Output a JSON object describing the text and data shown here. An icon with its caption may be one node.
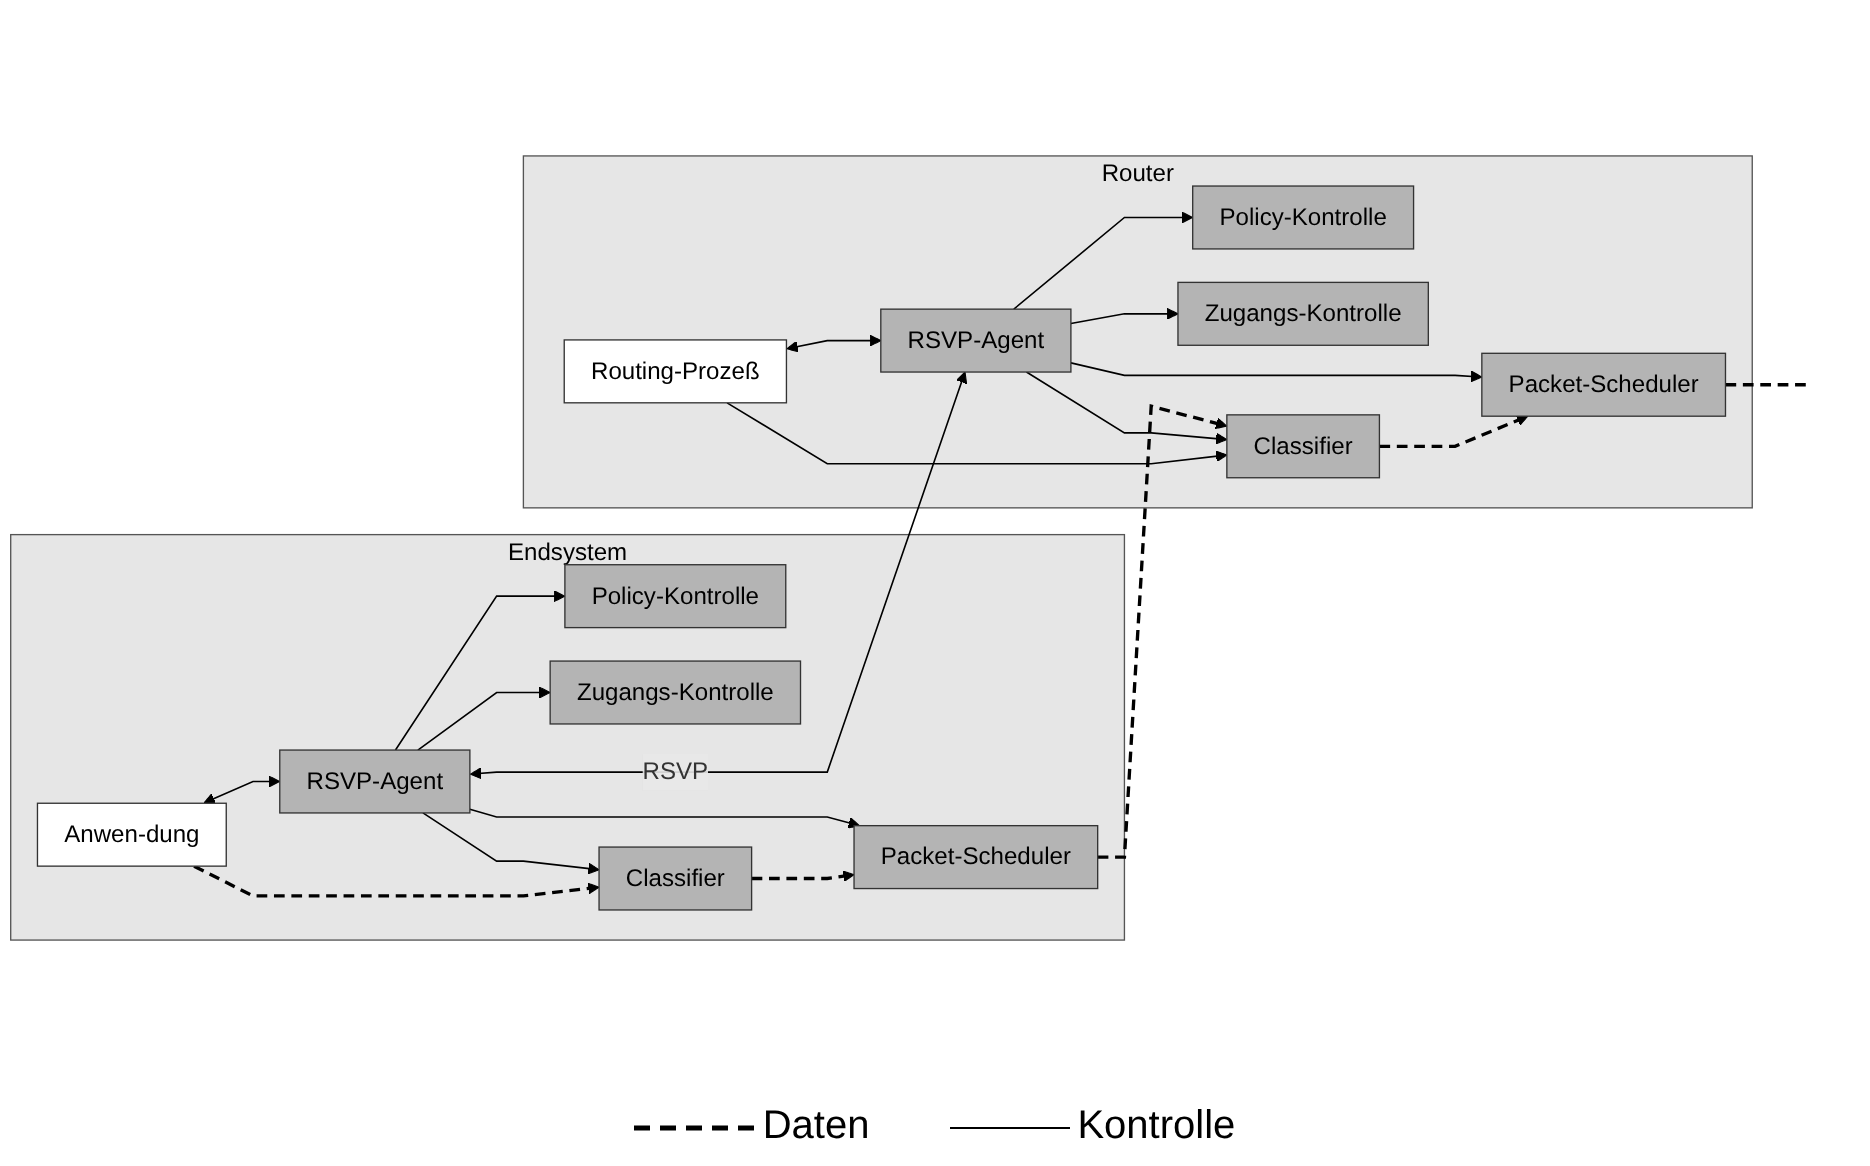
{
  "diagram": {
    "nodes": [
      {
        "text": [
          "Endsystem"
        ]
      },
      {
        "text": [
          "Anwen-dung"
        ],
        "in": 0
      },
      {
        "text": [
          "RSVP-Agent"
        ],
        "in": 0
      },
      {
        "text": [
          "Policy-Kontrolle"
        ],
        "in": 0
      },
      {
        "text": [
          "Zugangs-Kontrolle"
        ],
        "in": 0
      },
      {
        "text": [
          "Classifier"
        ],
        "in": 0
      },
      {
        "text": [
          "Packet-Scheduler"
        ],
        "in": 0
      },
      {
        "text": [
          "Router"
        ]
      },
      {
        "text": [
          "RSVP-Agent"
        ],
        "in": 7
      },
      {
        "text": [
          "Routing-Prozeß"
        ],
        "in": 7
      },
      {
        "text": [
          "Policy-Kontrolle"
        ],
        "in": 7
      },
      {
        "text": [
          "Zugangs-Kontrolle"
        ],
        "in": 7
      },
      {
        "text": [
          "Classifier"
        ],
        "in": 7
      },
      {
        "text": [
          "Packet-Scheduler"
        ],
        "in": 7
      }
    ],
    "edges": [
      {
        "from": 1,
        "to": 2,
        "arrow": "both"
      },
      {
        "from": 2,
        "to": 3,
        "arrow": "to"
      },
      {
        "from": 2,
        "to": 4,
        "arrow": "to"
      },
      {
        "from": 2,
        "to": 5,
        "arrow": "to"
      },
      {
        "from": 2,
        "to": 6,
        "arrow": "to"
      },
      {
        "from": 1,
        "to": 5,
        "arrow": "to",
        "style": "dashed"
      },
      {
        "from": 5,
        "to": 6,
        "arrow": "to",
        "style": "dashed"
      },
      {
        "from": 6,
        "to": 12,
        "arrow": "to",
        "style": "dashed"
      },
      {
        "from": 2,
        "to": 8,
        "arrow": "both",
        "label": "RSVP"
      },
      {
        "from": 9,
        "to": 8,
        "arrow": "both"
      },
      {
        "from": 8,
        "to": 10,
        "arrow": "to"
      },
      {
        "from": 8,
        "to": 11,
        "arrow": "to"
      },
      {
        "from": 8,
        "to": 12,
        "arrow": "to"
      },
      {
        "from": 8,
        "to": 13,
        "arrow": "to"
      },
      {
        "from": 9,
        "to": 12,
        "arrow": "to"
      },
      {
        "from": 12,
        "to": 13,
        "arrow": "to",
        "style": "dashed"
      },
      {
        "from": 13,
        "to": null,
        "arrow": "none",
        "style": "dashed"
      }
    ],
    "legend": [
      {
        "text": "Daten"
      },
      {
        "text": "Kontrolle"
      }
    ]
  }
}
